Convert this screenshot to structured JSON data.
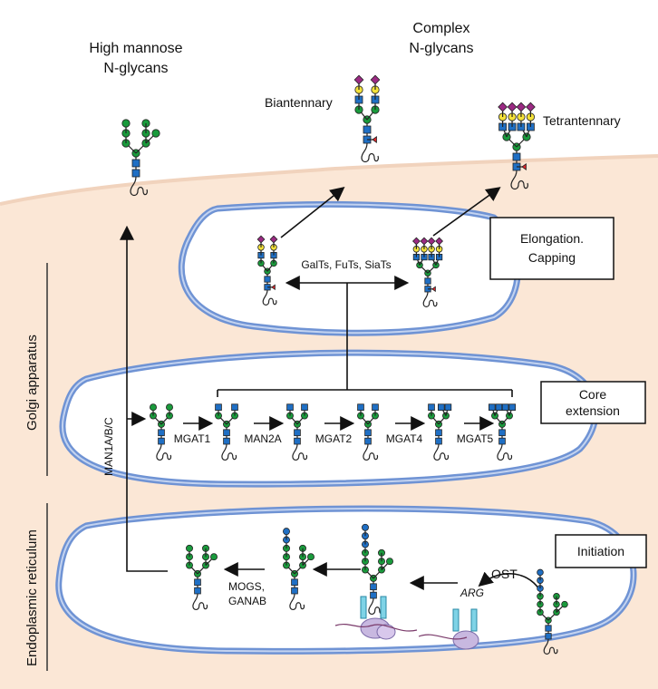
{
  "labels": {
    "high_mannose_1": "High mannose",
    "high_mannose_2": "N-glycans",
    "complex_1": "Complex",
    "complex_2": "N-glycans",
    "biantennary": "Biantennary",
    "tetrantennary": "Tetrantennary",
    "golgi": "Golgi apparatus",
    "er": "Endoplasmic reticulum",
    "man1": "MAN1A/B/C",
    "galts": "GalTs, FuTs, SiaTs",
    "mgat1": "MGAT1",
    "man2a": "MAN2A",
    "mgat2": "MGAT2",
    "mgat4": "MGAT4",
    "mgat5": "MGAT5",
    "mogs_1": "MOGS,",
    "mogs_2": "GANAB",
    "ost": "OST",
    "arg": "ARG"
  },
  "boxes": {
    "elongation_1": "Elongation.",
    "elongation_2": "Capping",
    "core_1": "Core",
    "core_2": "extension",
    "initiation": "Initiation"
  },
  "colors": {
    "mannose": "#1a9a3c",
    "glcnac": "#1f6fc4",
    "galactose": "#f4e23a",
    "sialic": "#9b2a83",
    "fucose": "#e0252a",
    "glucose": "#1f6fc4",
    "cytoplasm": "#fbe7d6",
    "membrane": "#6f93d4",
    "membrane_light": "#c3d3f0"
  }
}
